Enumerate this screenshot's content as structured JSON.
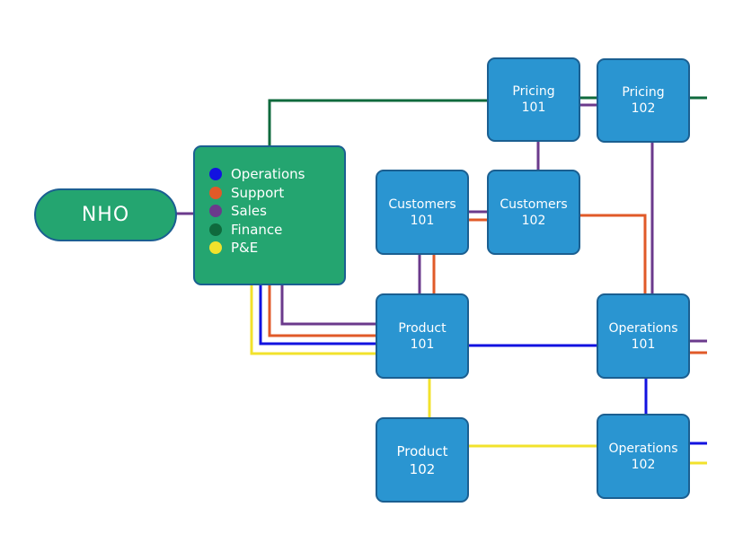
{
  "colors": {
    "operations": "#1212e0",
    "support": "#e05a28",
    "sales": "#6b3a8c",
    "finance": "#0f6a3d",
    "pe": "#f2e22c",
    "node_fill": "#2a95d1",
    "node_border": "#1b5f91",
    "start_fill": "#24a570"
  },
  "start_node": {
    "label": "NHO"
  },
  "legend": {
    "items": [
      {
        "label": "Operations",
        "color": "#1212e0",
        "icon": "blue-dot-icon"
      },
      {
        "label": "Support",
        "color": "#e05a28",
        "icon": "orange-dot-icon"
      },
      {
        "label": "Sales",
        "color": "#6b3a8c",
        "icon": "purple-dot-icon"
      },
      {
        "label": "Finance",
        "color": "#0f6a3d",
        "icon": "green-dot-icon"
      },
      {
        "label": "P&E",
        "color": "#f2e22c",
        "icon": "yellow-dot-icon"
      }
    ]
  },
  "nodes": {
    "pricing_101": {
      "line1": "Pricing",
      "line2": "101"
    },
    "pricing_102": {
      "line1": "Pricing",
      "line2": "102"
    },
    "customers_101": {
      "line1": "Customers",
      "line2": "101"
    },
    "customers_102": {
      "line1": "Customers",
      "line2": "102"
    },
    "product_101": {
      "line1": "Product",
      "line2": "101"
    },
    "product_102": {
      "line1": "Product",
      "line2": "102"
    },
    "operations_101": {
      "line1": "Operations",
      "line2": "101"
    },
    "operations_102": {
      "line1": "Operations",
      "line2": "102"
    }
  }
}
